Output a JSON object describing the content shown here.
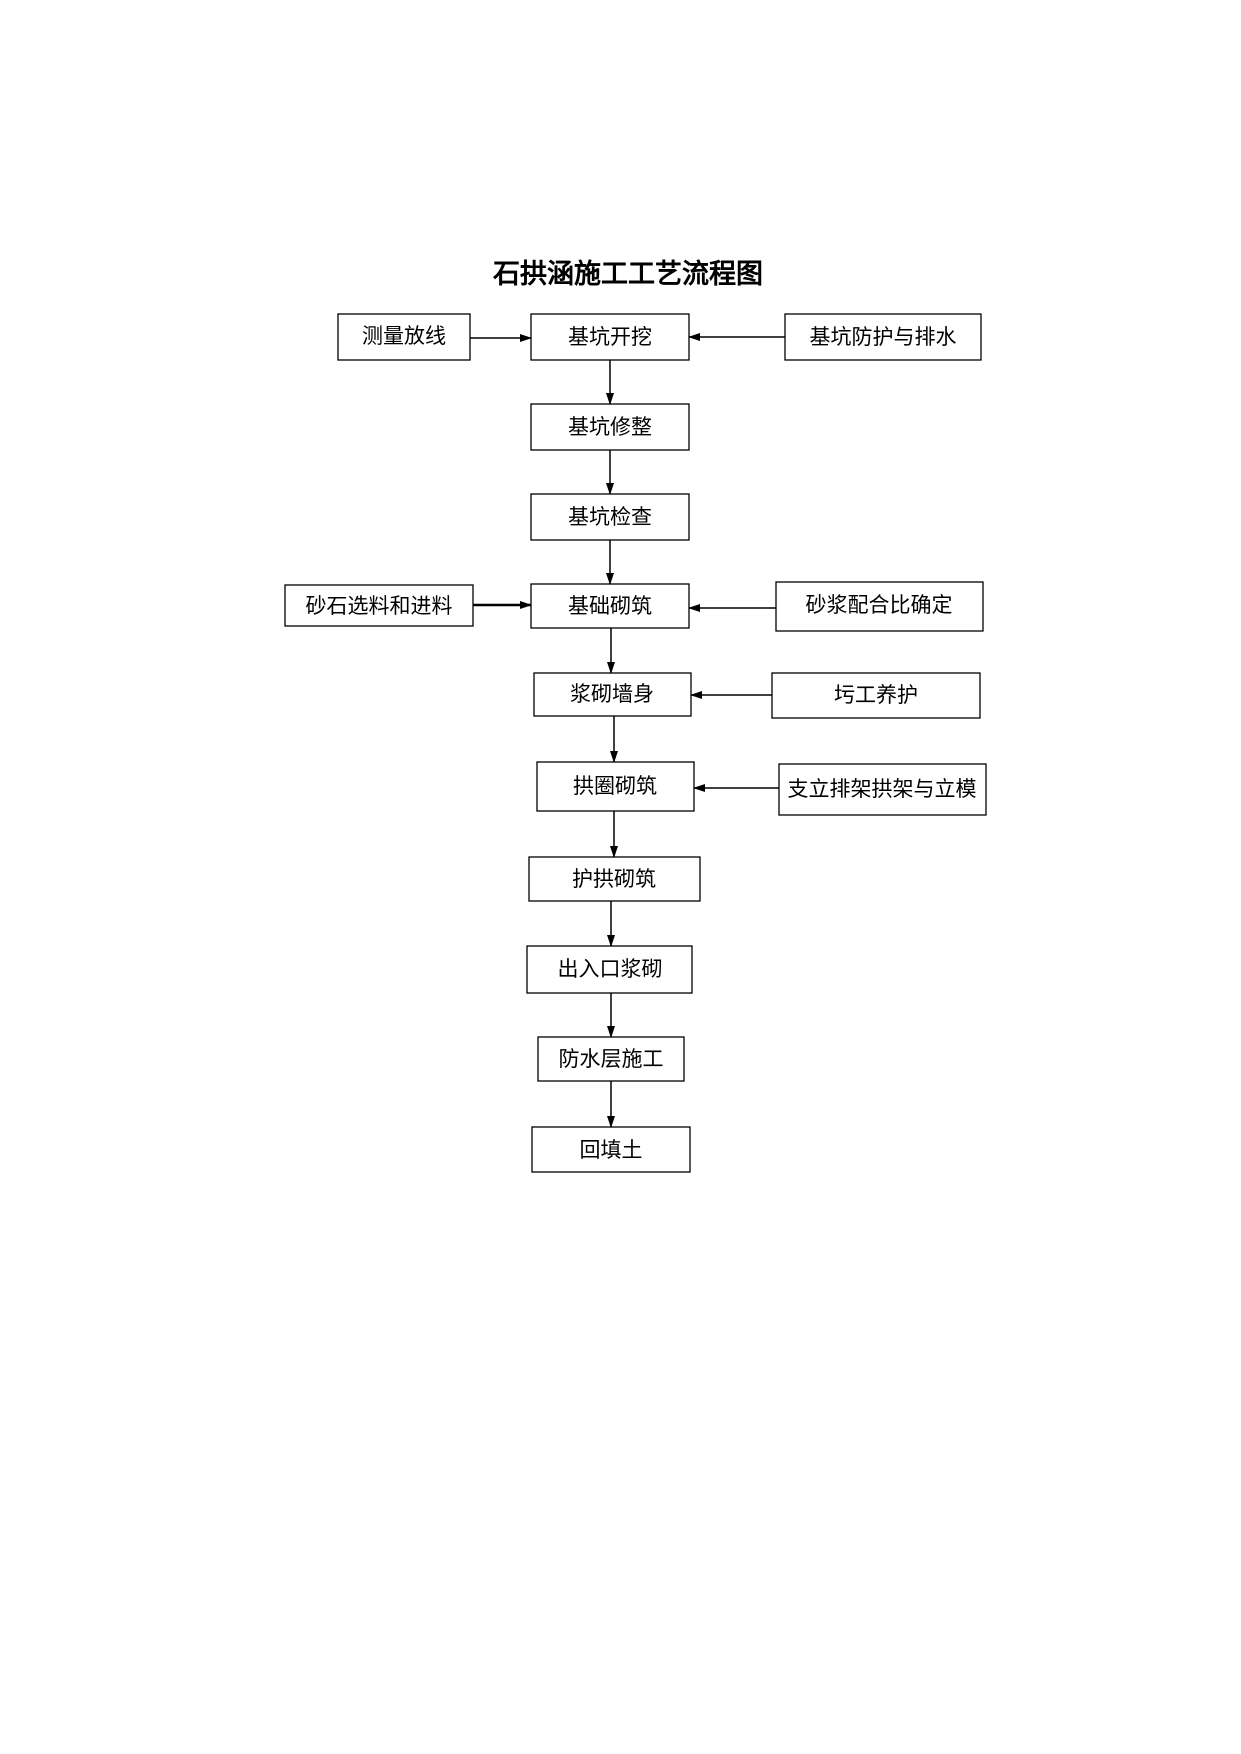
{
  "title": "石拱涵施工工艺流程图",
  "main_steps": [
    {
      "id": "jkkw",
      "label": "基坑开挖"
    },
    {
      "id": "jkxz",
      "label": "基坑修整"
    },
    {
      "id": "jkjc",
      "label": "基坑检查"
    },
    {
      "id": "jcqz",
      "label": "基础砌筑"
    },
    {
      "id": "jqqs",
      "label": "浆砌墙身"
    },
    {
      "id": "gqqz",
      "label": "拱圈砌筑"
    },
    {
      "id": "hgqz",
      "label": "护拱砌筑"
    },
    {
      "id": "crkjq",
      "label": "出入口浆砌"
    },
    {
      "id": "fscsg",
      "label": "防水层施工"
    },
    {
      "id": "htt",
      "label": "回填土"
    }
  ],
  "side_inputs": [
    {
      "id": "clfx",
      "label": "测量放线",
      "target": "jkkw"
    },
    {
      "id": "jkfh",
      "label": "基坑防护与排水",
      "target": "jkkw"
    },
    {
      "id": "ssxl",
      "label": "砂石选料和进料",
      "target": "jcqz"
    },
    {
      "id": "sjphb",
      "label": "砂浆配合比确定",
      "target": "jcqz"
    },
    {
      "id": "ggyh",
      "label": "圬工养护",
      "target": "jqqs"
    },
    {
      "id": "zlpj",
      "label": "支立排架拱架与立模",
      "target": "gqqz"
    }
  ]
}
